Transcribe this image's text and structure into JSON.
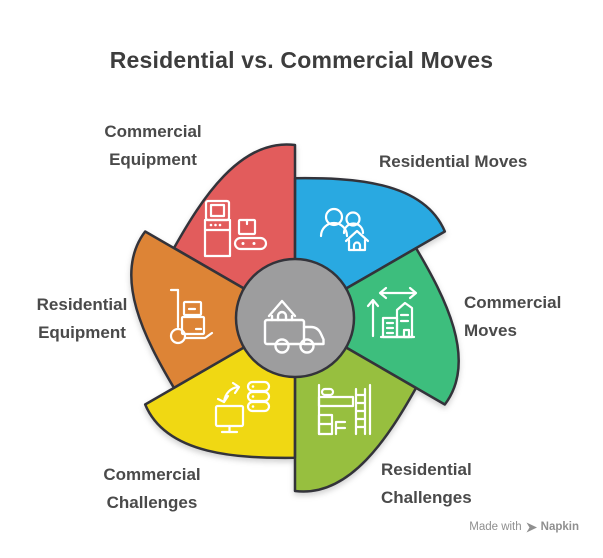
{
  "title": "Residential vs. Commercial Moves",
  "segments": [
    {
      "label": "Commercial\nEquipment",
      "color": "#E25C5C",
      "icon": "kiosk-conveyor-icon"
    },
    {
      "label": "Residential Moves",
      "color": "#29A9E1",
      "icon": "people-house-icon"
    },
    {
      "label": "Commercial\nMoves",
      "color": "#3DBE7D",
      "icon": "building-resize-arrows-icon"
    },
    {
      "label": "Residential\nChallenges",
      "color": "#97BF3F",
      "icon": "bunk-bed-ladder-icon"
    },
    {
      "label": "Commercial\nChallenges",
      "color": "#F0D813",
      "icon": "monitor-sync-server-icon"
    },
    {
      "label": "Residential\nEquipment",
      "color": "#DD8436",
      "icon": "hand-truck-boxes-icon"
    }
  ],
  "center": {
    "color": "#9D9D9E",
    "icon": "moving-truck-house-icon"
  },
  "colors": {
    "outline": "#33333A",
    "label_text": "#4A4A4A",
    "title_text": "#3D3D3D",
    "icon_stroke": "#FFFFFF",
    "watermark_text": "#8F8F8F"
  },
  "watermark": {
    "prefix": "Made with",
    "brand": "Napkin"
  }
}
